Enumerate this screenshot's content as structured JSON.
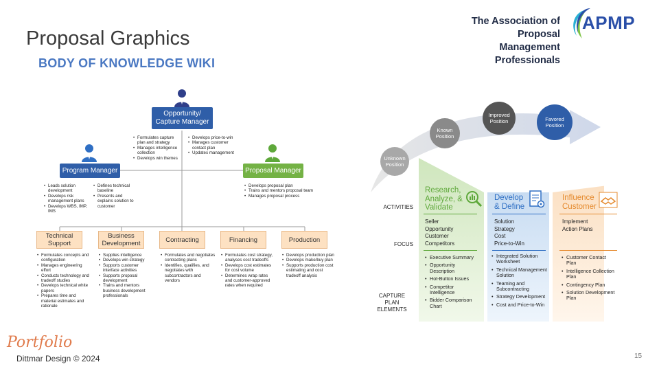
{
  "header": {
    "title": "Proposal Graphics",
    "subtitle": "BODY OF KNOWLEDGE WIKI",
    "org_name_line1": "The Association of Proposal",
    "org_name_line2": "Management Professionals",
    "logo_text": "APMP"
  },
  "org_chart": {
    "top": {
      "label_line1": "Opportunity/",
      "label_line2": "Capture Manager",
      "bullets_left": [
        "Formulates capture plan and strategy",
        "Manages intelligence collection",
        "Develops win themes"
      ],
      "bullets_right": [
        "Develops price-to-win",
        "Manages customer contact plan",
        "Updates management"
      ]
    },
    "program_manager": {
      "label": "Program Manager",
      "bullets_left": [
        "Leads solution development",
        "Develops risk management plans",
        "Develops WBS, IMP, IMS"
      ],
      "bullets_right": [
        "Defines technical baseline",
        "Presents and explains solution to customer"
      ]
    },
    "proposal_manager": {
      "label": "Proposal Manager",
      "bullets": [
        "Develops proposal plan",
        "Trains and mentors proposal team",
        "Manages proposal process"
      ]
    },
    "departments": [
      {
        "line1": "Technical",
        "line2": "Support",
        "bullets": [
          "Formulates concepts and configuration",
          "Manages engineering effort",
          "Conducts technology and tradeoff studies",
          "Develops technical white papers",
          "Prepares time and material estimates and rationale"
        ]
      },
      {
        "line1": "Business",
        "line2": "Development",
        "bullets": [
          "Supplies intelligence",
          "Develops win strategy",
          "Supports customer interface activities",
          "Supports proposal development",
          "Trains and mentors business development professionals"
        ]
      },
      {
        "line1": "Contracting",
        "line2": "",
        "bullets": [
          "Formulates and negotiates contracting plans",
          "Identifies, qualifies, and negotiates with subcontractors and vendors"
        ]
      },
      {
        "line1": "Financing",
        "line2": "",
        "bullets": [
          "Formulates cost strategy, analyses cost tradeoffs",
          "Develops cost estimates for cost volume",
          "Determines wrap rates and customer-approved rates when required"
        ]
      },
      {
        "line1": "Production",
        "line2": "",
        "bullets": [
          "Develops production plan",
          "Develops make/buy plan",
          "Supports production cost estimating and cost tradeoff analysis"
        ]
      }
    ]
  },
  "capture_plan": {
    "positions": [
      {
        "line1": "Unknown",
        "line2": "Position",
        "color": "#a8a8a8"
      },
      {
        "line1": "Known",
        "line2": "Position",
        "color": "#8a8a8a"
      },
      {
        "line1": "Improved",
        "line2": "Position",
        "color": "#555555"
      },
      {
        "line1": "Favored",
        "line2": "Position",
        "color": "#2f5ea8"
      }
    ],
    "row_labels": {
      "activities": "ACTIVITIES",
      "focus": "FOCUS",
      "capture1": "CAPTURE",
      "capture2": "PLAN",
      "capture3": "ELEMENTS"
    },
    "columns": [
      {
        "head_line1": "Research,",
        "head_line2": "Analyze, &",
        "head_line3": "Validate",
        "color": "#5ea83a",
        "focus": [
          "Seller",
          "Opportunity",
          "Customer",
          "Competitors"
        ],
        "elements": [
          "Executive Summary",
          "Opportunity Description",
          "Hot-Button Issues",
          "Competitor Intelligence",
          "Bidder Comparison Chart"
        ]
      },
      {
        "head_line1": "Develop",
        "head_line2": "& Define",
        "head_line3": "",
        "color": "#2f6fc4",
        "focus": [
          "Solution",
          "Strategy",
          "Cost",
          "Price-to-Win"
        ],
        "elements": [
          "Integrated Solution Worksheet",
          "Technical Management Solution",
          "Teaming and Subcontracting",
          "Strategy Development",
          "Cost and Price-to-Win"
        ]
      },
      {
        "head_line1": "Influence",
        "head_line2": "Customer",
        "head_line3": "",
        "color": "#e58a2e",
        "focus": [
          "Implement",
          "Action Plans"
        ],
        "elements": [
          "Customer Contact Plan",
          "Intelligence Collection Plan",
          "Contingency Plan",
          "Solution Development Plan"
        ]
      }
    ]
  },
  "footer": {
    "script": "Portfolio",
    "credit": "Dittmar Design © 2024",
    "slide_number": "15"
  }
}
